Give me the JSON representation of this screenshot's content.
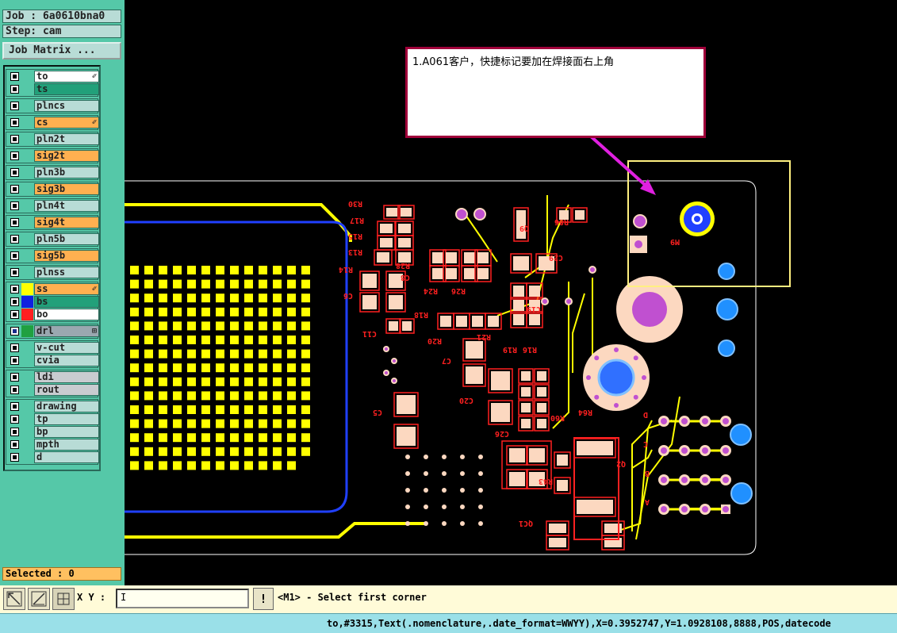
{
  "job_label": "Job : 6a0610bna0",
  "step_label": "Step: cam",
  "job_matrix_label": "Job Matrix ...",
  "layers": [
    {
      "name": "to",
      "bg": "#ffffff",
      "mark": "✐",
      "swatch": ""
    },
    {
      "name": "ts",
      "bg": "#22a07a",
      "mark": "",
      "swatch": ""
    },
    {
      "name": "plncs",
      "bg": "#b8dcd6",
      "mark": "",
      "swatch": ""
    },
    {
      "name": "cs",
      "bg": "#ffb050",
      "mark": "✐",
      "swatch": ""
    },
    {
      "name": "pln2t",
      "bg": "#b8dcd6",
      "mark": "",
      "swatch": ""
    },
    {
      "name": "sig2t",
      "bg": "#ffb050",
      "mark": "",
      "swatch": ""
    },
    {
      "name": "pln3b",
      "bg": "#b8dcd6",
      "mark": "",
      "swatch": ""
    },
    {
      "name": "sig3b",
      "bg": "#ffb050",
      "mark": "",
      "swatch": ""
    },
    {
      "name": "pln4t",
      "bg": "#b8dcd6",
      "mark": "",
      "swatch": ""
    },
    {
      "name": "sig4t",
      "bg": "#ffb050",
      "mark": "",
      "swatch": ""
    },
    {
      "name": "pln5b",
      "bg": "#b8dcd6",
      "mark": "",
      "swatch": ""
    },
    {
      "name": "sig5b",
      "bg": "#ffb050",
      "mark": "",
      "swatch": ""
    },
    {
      "name": "plnss",
      "bg": "#b8dcd6",
      "mark": "",
      "swatch": ""
    },
    {
      "name": "ss",
      "bg": "#ffb050",
      "mark": "✐",
      "swatch": "#ffff00"
    },
    {
      "name": "bs",
      "bg": "#22a07a",
      "mark": "",
      "swatch": "#1020e0"
    },
    {
      "name": "bo",
      "bg": "#ffffff",
      "mark": "",
      "swatch": "#ff2020"
    },
    {
      "name": "drl",
      "bg": "#9aa8b0",
      "mark": "⊞",
      "swatch": "#20a040"
    },
    {
      "name": "v-cut",
      "bg": "#b8dcd6",
      "mark": "",
      "swatch": ""
    },
    {
      "name": "cvia",
      "bg": "#b8dcd6",
      "mark": "",
      "swatch": ""
    },
    {
      "name": "ldi",
      "bg": "#c8ccd0",
      "mark": "",
      "swatch": ""
    },
    {
      "name": "rout",
      "bg": "#c8ccd0",
      "mark": "",
      "swatch": ""
    },
    {
      "name": "drawing",
      "bg": "#b8dcd6",
      "mark": "",
      "swatch": ""
    },
    {
      "name": "tp",
      "bg": "#b8dcd6",
      "mark": "",
      "swatch": ""
    },
    {
      "name": "bp",
      "bg": "#b8dcd6",
      "mark": "",
      "swatch": ""
    },
    {
      "name": "mpth",
      "bg": "#b8dcd6",
      "mark": "",
      "swatch": ""
    },
    {
      "name": "d",
      "bg": "#b8dcd6",
      "mark": "",
      "swatch": ""
    }
  ],
  "selected_label": "Selected : 0",
  "note_text": "1.A061客户，快捷标记要加在焊接面右上角",
  "refdes": [
    "R30",
    "R17",
    "R15",
    "R13",
    "C8",
    "R28",
    "R14",
    "C6",
    "C11",
    "R24",
    "R26",
    "R18",
    "R20",
    "R21",
    "C19",
    "C29",
    "R86",
    "Q9",
    "M9",
    "C7",
    "R19",
    "R16",
    "C5",
    "C20",
    "C26",
    "R60",
    "R64",
    "R43",
    "Q2",
    "QC1",
    "D",
    "C",
    "B",
    "A"
  ],
  "xy_label": "X Y :",
  "xy_value": "I",
  "warn_label": "!",
  "prompt_text": "<M1> - Select first corner",
  "status_text": "to,#3315,Text(.nomenclature,.date_format=WWYY),X=0.3952747,Y=1.0928108,8888,POS,datecode",
  "icons": [
    "zoom-icon",
    "measure-icon",
    "snap-grid-icon",
    "warning-icon",
    "pencil-icon"
  ],
  "colors": {
    "panel": "#55c8a8",
    "canvas": "#000000",
    "trace": "#ffff00",
    "pad": "#fcd8c0",
    "silk": "#ff2020",
    "via": "#c050d0",
    "bottom": "#2040ff",
    "arrow": "#e020e0"
  }
}
